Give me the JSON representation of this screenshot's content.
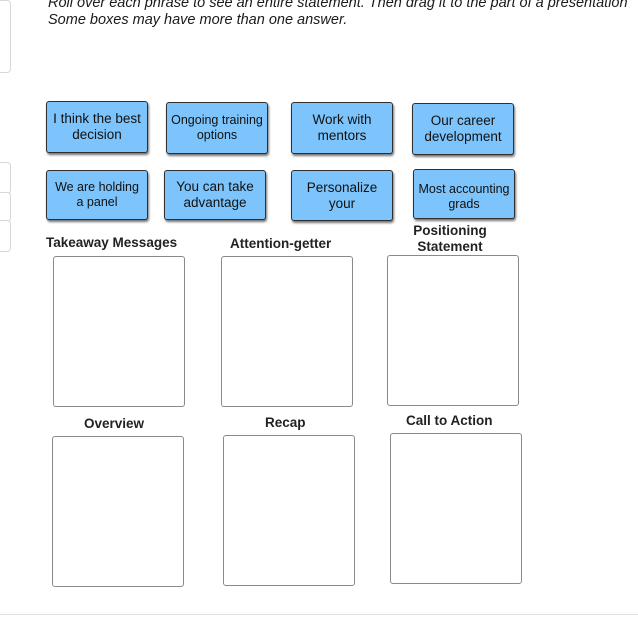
{
  "instructions": {
    "line1": "Roll over each phrase to see an entire statement. Then drag it to the part of a presentation",
    "line2": "Some boxes may have more than one answer."
  },
  "phrases": [
    "I think the best decision",
    "Ongoing training options",
    "Work with mentors",
    "Our career development",
    "We are holding a panel",
    "You can take advantage",
    "Personalize your",
    "Most accounting grads"
  ],
  "targets": [
    "Takeaway Messages",
    "Attention-getter",
    "Positioning Statement",
    "Overview",
    "Recap",
    "Call to Action"
  ],
  "colors": {
    "phrase_fill": "#7cc4fb",
    "phrase_border": "#2f2f2f",
    "dropzone_border": "#8a8a8a"
  }
}
